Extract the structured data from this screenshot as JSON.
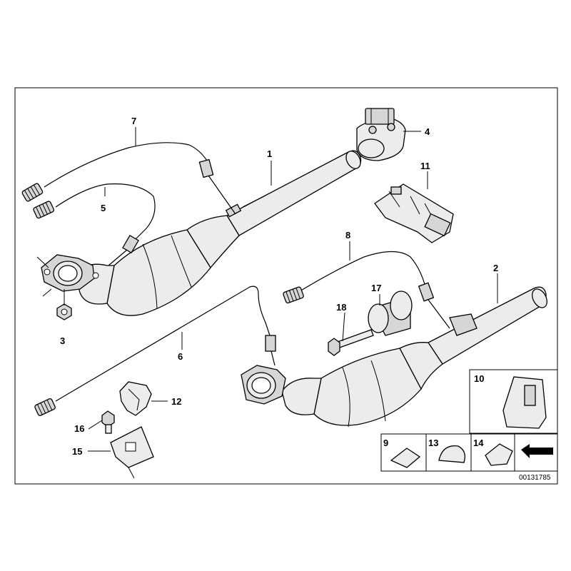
{
  "callouts": {
    "c1": "1",
    "c2": "2",
    "c3": "3",
    "c4": "4",
    "c5": "5",
    "c6": "6",
    "c7": "7",
    "c8": "8",
    "c9": "9",
    "c10": "10",
    "c11": "11",
    "c12": "12",
    "c13": "13",
    "c14": "14",
    "c15": "15",
    "c16": "16",
    "c17": "17",
    "c18": "18"
  },
  "diagram_number": "00131785",
  "icons": [
    "catalytic-converter",
    "oxygen-sensor",
    "clamp",
    "bracket",
    "bolt",
    "nut",
    "bushing",
    "wiring-clip",
    "arrow"
  ]
}
